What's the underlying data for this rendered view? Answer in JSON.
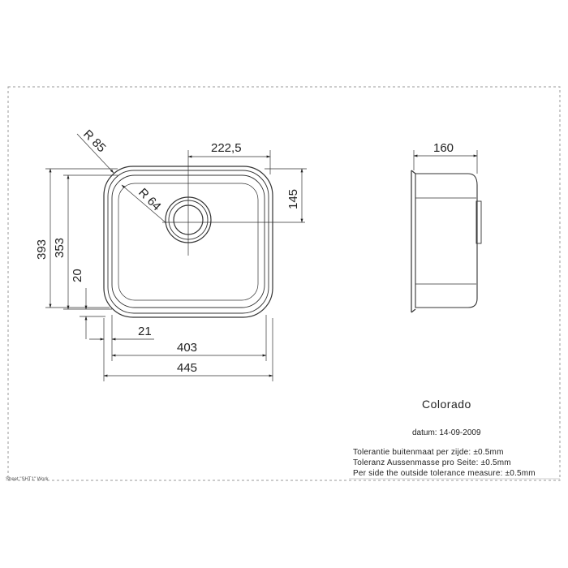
{
  "drawing": {
    "product_name": "Colorado",
    "date_label": "datum: 14-09-2009",
    "tolerances": [
      "Tolerantie buitenmaat per zijde: ±0.5mm",
      "Toleranz Aussenmasse pro Seite: ±0.5mm",
      "Per side the outside tolerance measure: ±0.5mm"
    ],
    "sheet_label": "Sheet \"SHT1\" Work",
    "dimensions": {
      "outer_radius": "R 85",
      "inner_radius": "R 64",
      "drain_offset": "222,5",
      "drain_height": "145",
      "outer_height": "393",
      "inner_height": "353",
      "flange_height": "20",
      "flange_width": "21",
      "inner_width": "403",
      "outer_width": "445",
      "side_depth": "160"
    }
  }
}
